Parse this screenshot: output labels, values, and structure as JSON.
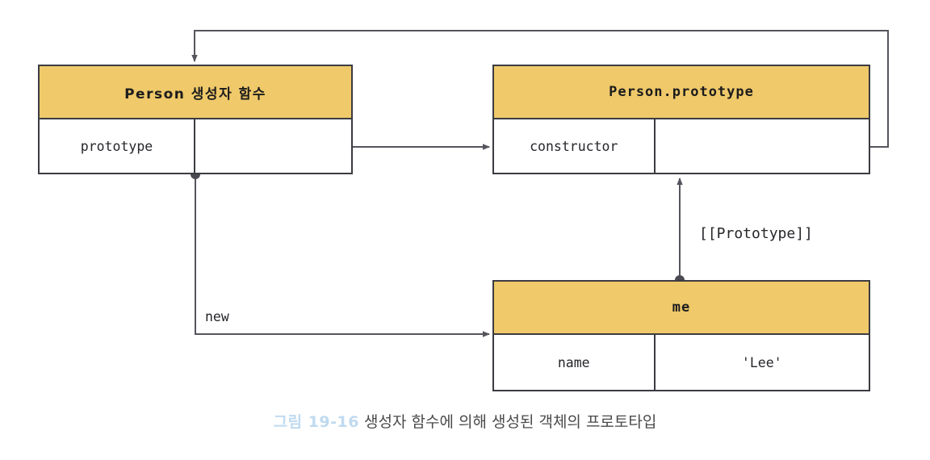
{
  "figure": {
    "caption_number": "그림 19-16",
    "caption_text": "생성자 함수에 의해 생성된 객체의 프로토타입"
  },
  "colors": {
    "header_fill": "#EFC96A",
    "border": "#3b3b42",
    "line": "#55555e",
    "caption_number": "#BFDAF0",
    "caption_text": "#4a4a4a",
    "box_fill": "#ffffff"
  },
  "boxes": [
    {
      "id": "person-constructor",
      "title": "Person 생성자 함수",
      "title_lang": "ko",
      "rows": [
        {
          "key": "prototype",
          "value": "",
          "value_is_pointer": true
        }
      ]
    },
    {
      "id": "person-prototype",
      "title": "Person.prototype",
      "title_lang": "code",
      "rows": [
        {
          "key": "constructor",
          "value": "",
          "value_is_pointer": true
        }
      ]
    },
    {
      "id": "me-object",
      "title": "me",
      "title_lang": "code",
      "rows": [
        {
          "key": "name",
          "value": "'Lee'",
          "value_is_pointer": false
        }
      ]
    }
  ],
  "edges": [
    {
      "id": "prototype-to-proto-object",
      "label": "",
      "from": "person-constructor.prototype",
      "to": "person-prototype"
    },
    {
      "id": "constructor-to-person",
      "label": "",
      "from": "person-prototype.constructor",
      "to": "person-constructor"
    },
    {
      "id": "new-instance",
      "label": "new",
      "from": "person-constructor",
      "to": "me-object"
    },
    {
      "id": "prototype-link",
      "label": "[[Prototype]]",
      "from": "me-object",
      "to": "person-prototype"
    }
  ]
}
